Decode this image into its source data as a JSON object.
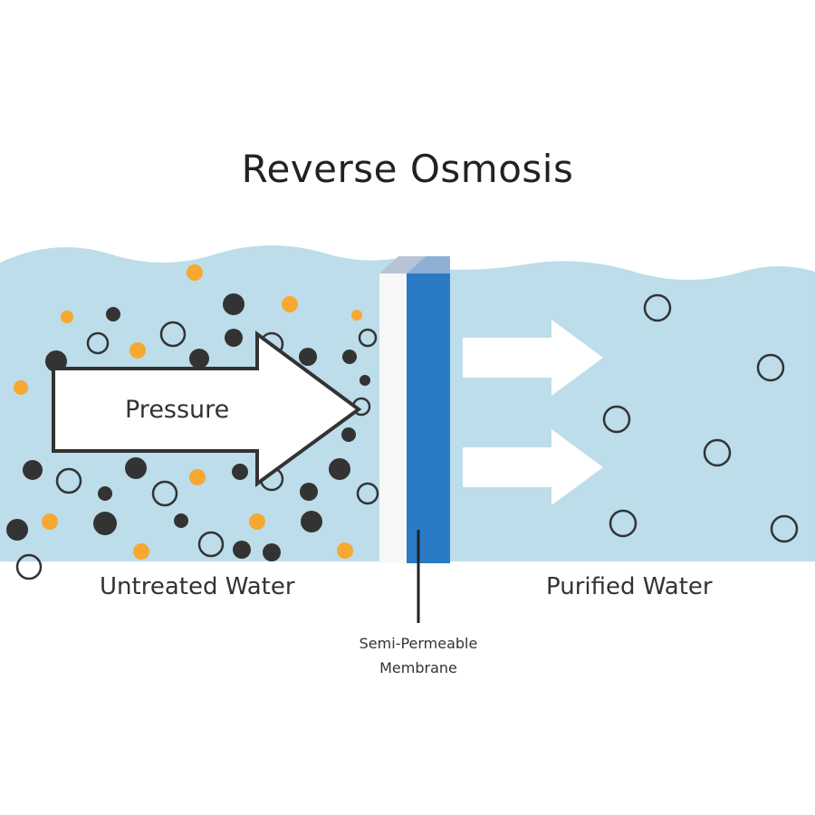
{
  "title": "Reverse Osmosis",
  "pressure_label": "Pressure",
  "left_label": "Untreated Water",
  "right_label": "Purified Water",
  "membrane_label_line1": "Semi-Permeable",
  "membrane_label_line2": "Membrane",
  "colors": {
    "water": "#bcdde9",
    "membrane": "#2a7ac6",
    "membrane_top": "#b8c4d6",
    "dark_particle": "#333333",
    "orange_particle": "#f7a831",
    "arrow": "#ffffff",
    "outline": "#333333"
  }
}
